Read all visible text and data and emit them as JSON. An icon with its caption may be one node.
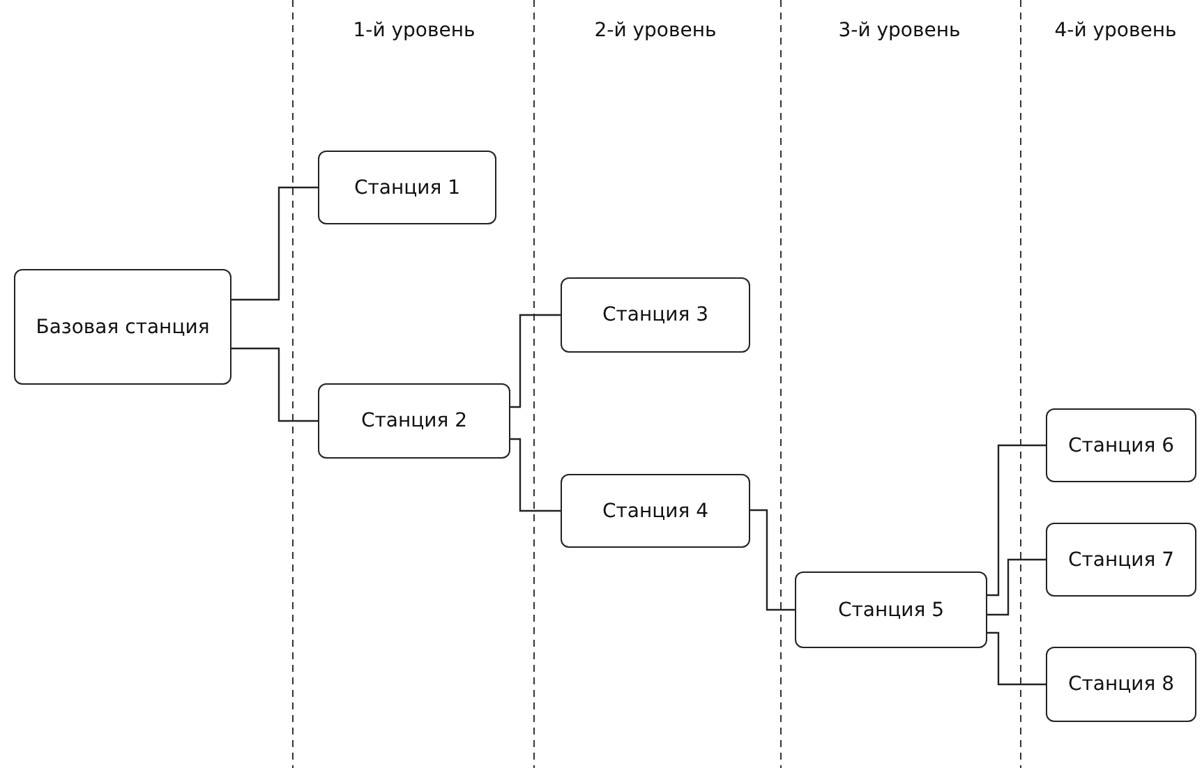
{
  "diagram": {
    "nodes": [
      {
        "text": [
          "Базовая станция"
        ]
      },
      {
        "text": [
          "Станция 1"
        ]
      },
      {
        "text": [
          "Станция 2"
        ]
      },
      {
        "text": [
          "Станция 3"
        ]
      },
      {
        "text": [
          "Станция 4"
        ]
      },
      {
        "text": [
          "Станция 5"
        ]
      },
      {
        "text": [
          "Станция 6"
        ]
      },
      {
        "text": [
          "Станция 7"
        ]
      },
      {
        "text": [
          "Станция 8"
        ]
      }
    ],
    "edges": [
      {
        "from": 0,
        "to": 1,
        "arrow": "none"
      },
      {
        "from": 0,
        "to": 2,
        "arrow": "none"
      },
      {
        "from": 2,
        "to": 3,
        "arrow": "none"
      },
      {
        "from": 2,
        "to": 4,
        "arrow": "none"
      },
      {
        "from": 4,
        "to": 5,
        "arrow": "none"
      },
      {
        "from": 5,
        "to": 6,
        "arrow": "none"
      },
      {
        "from": 5,
        "to": 7,
        "arrow": "none"
      },
      {
        "from": 5,
        "to": 8,
        "arrow": "none"
      }
    ],
    "labels": [
      "1-й уровень",
      "2-й уровень",
      "3-й уровень",
      "4-й уровень"
    ]
  }
}
